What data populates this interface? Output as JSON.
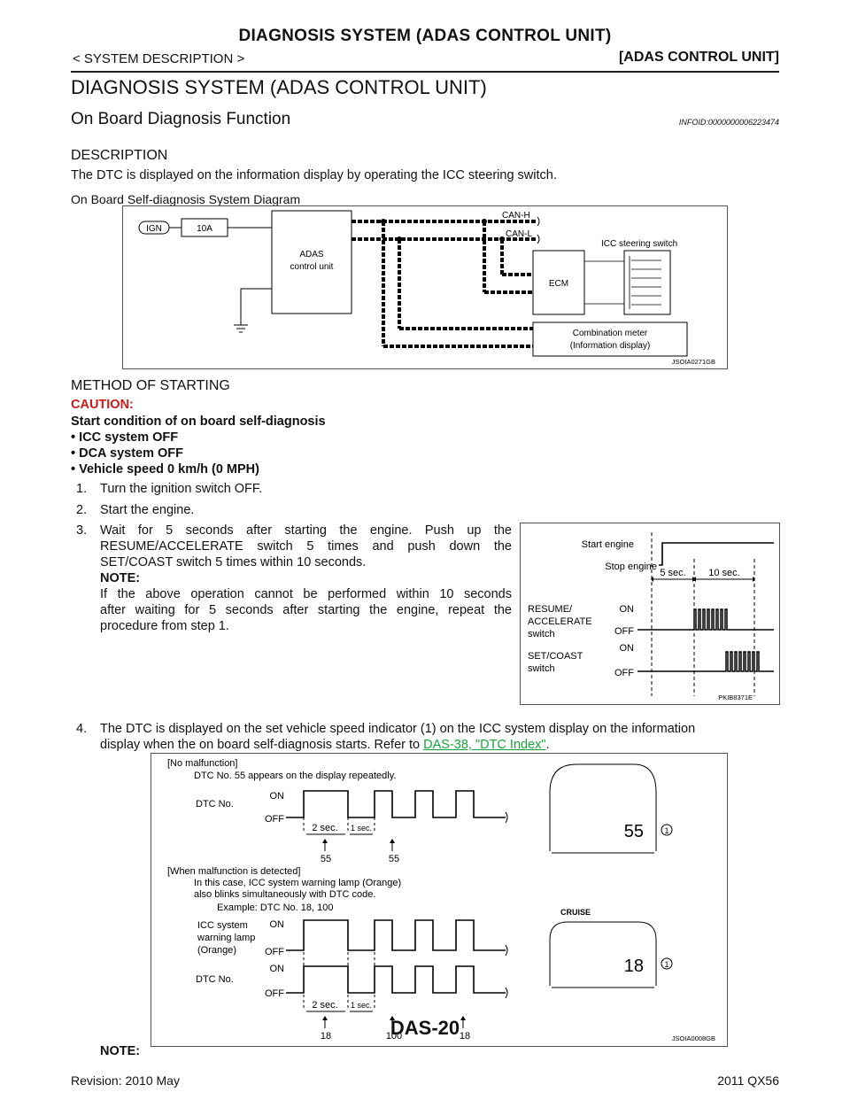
{
  "header": {
    "title": "DIAGNOSIS SYSTEM (ADAS CONTROL UNIT)",
    "breadcrumb": "< SYSTEM DESCRIPTION >",
    "section": "[ADAS CONTROL UNIT]",
    "page_code": "DAS-20"
  },
  "main": {
    "h1": "DIAGNOSIS SYSTEM (ADAS CONTROL UNIT)",
    "h2": "On Board Diagnosis Function",
    "info_id": "INFOID:0000000006223474",
    "description_heading": "DESCRIPTION",
    "description_text": "The DTC is displayed on the information display by operating the ICC steering switch.",
    "diagram_caption": "On Board Self-diagnosis System Diagram",
    "method_heading": "METHOD OF STARTING",
    "caution_label": "CAUTION:",
    "caution_title": "Start condition of on board self-diagnosis",
    "caution_items": [
      "ICC system OFF",
      "DCA system OFF",
      "Vehicle speed 0 km/h (0 MPH)"
    ],
    "steps": [
      {
        "num": "1.",
        "text": "Turn the ignition switch OFF."
      },
      {
        "num": "2.",
        "text": "Start the engine."
      }
    ],
    "step3_num": "3.",
    "step3_lines": [
      "Wait for 5 seconds after starting the engine. Push up the",
      "RESUME/ACCELERATE switch 5 times and push down the",
      "SET/COAST switch 5 times within 10 seconds."
    ],
    "note_label": "NOTE:",
    "note3_lines": [
      "If the above operation cannot be performed within 10 seconds",
      "after waiting for 5 seconds after starting the engine, repeat the",
      "procedure from step 1."
    ],
    "step4_num": "4.",
    "step4_line1": "The DTC is displayed on the set vehicle speed indicator (1) on the ICC system display on the information",
    "step4_line2_pre": "display when the on board self-diagnosis starts. Refer to ",
    "step4_link": "DAS-38, \"DTC Index\"",
    "step4_line2_post": ".",
    "note_bottom": "NOTE:"
  },
  "figure1": {
    "ign": "IGN",
    "fuse": "10A",
    "adas_line1": "ADAS",
    "adas_line2": "control unit",
    "can_h": "CAN-H",
    "can_l": "CAN-L",
    "icc_switch": "ICC steering switch",
    "ecm": "ECM",
    "meter_line1": "Combination meter",
    "meter_line2": "(Information display)",
    "tag": "JSOIA0271GB"
  },
  "figure2": {
    "start_engine": "Start engine",
    "stop_engine": "Stop engine",
    "five_sec": "5 sec.",
    "ten_sec": "10 sec.",
    "resume_line1": "RESUME/",
    "resume_line2": "ACCELERATE",
    "resume_line3": "switch",
    "set_line1": "SET/COAST",
    "set_line2": "switch",
    "on": "ON",
    "off": "OFF",
    "tag": "PKIB8371E"
  },
  "figure3": {
    "no_malfunction": "[No malfunction]",
    "no_malfunction_desc": "DTC No. 55 appears on the display repeatedly.",
    "dtc_no": "DTC No.",
    "on": "ON",
    "off": "OFF",
    "two_sec": "2 sec.",
    "one_sec": "1 sec.",
    "code_55": "55",
    "malfunction": "[When malfunction is detected]",
    "malfunction_desc1": "In this case, ICC system warning lamp (Orange)",
    "malfunction_desc2": "also blinks simultaneously with DTC code.",
    "example": "Example: DTC No. 18, 100",
    "lamp_line1": "ICC system",
    "lamp_line2": "warning lamp",
    "lamp_line3": "(Orange)",
    "code_18": "18",
    "code_100": "100",
    "display_55": "55",
    "display_18": "18",
    "callout": "1",
    "cruise": "CRUISE",
    "tag": "JSOIA0008GB"
  },
  "footer": {
    "revision": "Revision: 2010 May",
    "model": "2011 QX56"
  }
}
